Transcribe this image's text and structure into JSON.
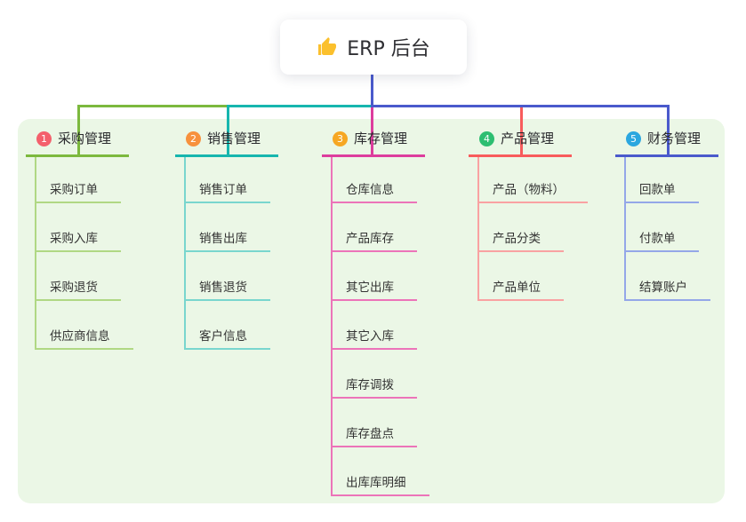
{
  "root": {
    "label": "ERP 后台",
    "icon": "thumbs-up-icon",
    "icon_color": "#fbc02d",
    "stem_color": "#4a5acc"
  },
  "panel": {
    "background": "#ebf7e6"
  },
  "branches": [
    {
      "index": "1",
      "title": "采购管理",
      "color": "#7cb93e",
      "light_color": "#b0d884",
      "badge_color": "#f4606c",
      "children": [
        "采购订单",
        "采购入库",
        "采购退货",
        "供应商信息"
      ]
    },
    {
      "index": "2",
      "title": "销售管理",
      "color": "#16b6ae",
      "light_color": "#79d6ce",
      "badge_color": "#f7913d",
      "children": [
        "销售订单",
        "销售出库",
        "销售退货",
        "客户信息"
      ]
    },
    {
      "index": "3",
      "title": "库存管理",
      "color": "#dd3d9d",
      "light_color": "#ec74b9",
      "badge_color": "#f6a723",
      "children": [
        "仓库信息",
        "产品库存",
        "其它出库",
        "其它入库",
        "库存调拨",
        "库存盘点",
        "出库库明细"
      ]
    },
    {
      "index": "4",
      "title": "产品管理",
      "color": "#f85c5c",
      "light_color": "#f9a2a2",
      "badge_color": "#2dbe71",
      "children": [
        "产品（物料）",
        "产品分类",
        "产品单位"
      ]
    },
    {
      "index": "5",
      "title": "财务管理",
      "color": "#4a5acc",
      "light_color": "#94a7e8",
      "badge_color": "#2ba7df",
      "children": [
        "回款单",
        "付款单",
        "结算账户"
      ]
    }
  ]
}
